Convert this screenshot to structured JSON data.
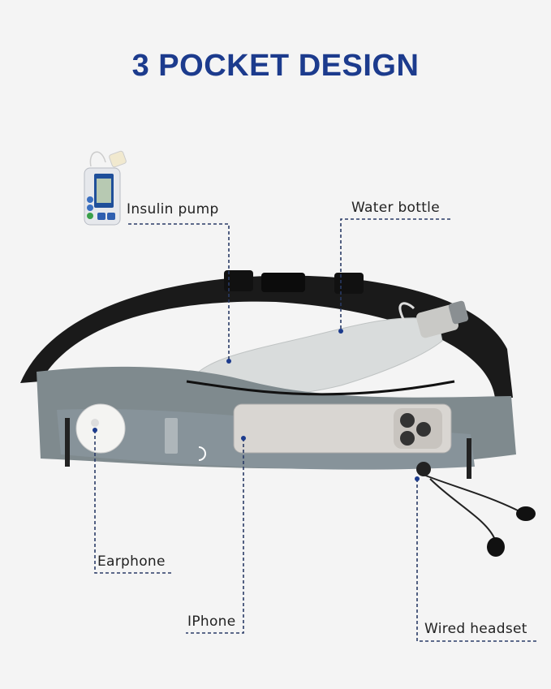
{
  "title": "3 POCKET DESIGN",
  "labels": {
    "insulin_pump": "Insulin pump",
    "water_bottle": "Water bottle",
    "earphone": "Earphone",
    "iphone": "IPhone",
    "wired_headset": "Wired headset"
  },
  "colors": {
    "title": "#1c3b8d",
    "leader_line": "#2a3b66",
    "belt_gray": "#7f8a8e",
    "strap": "#1a1a1a"
  },
  "icons": [
    "insulin-pump-image",
    "belt-bag-image",
    "water-bottle-image",
    "iphone-image",
    "earphone-case-image",
    "wired-headset-image"
  ]
}
